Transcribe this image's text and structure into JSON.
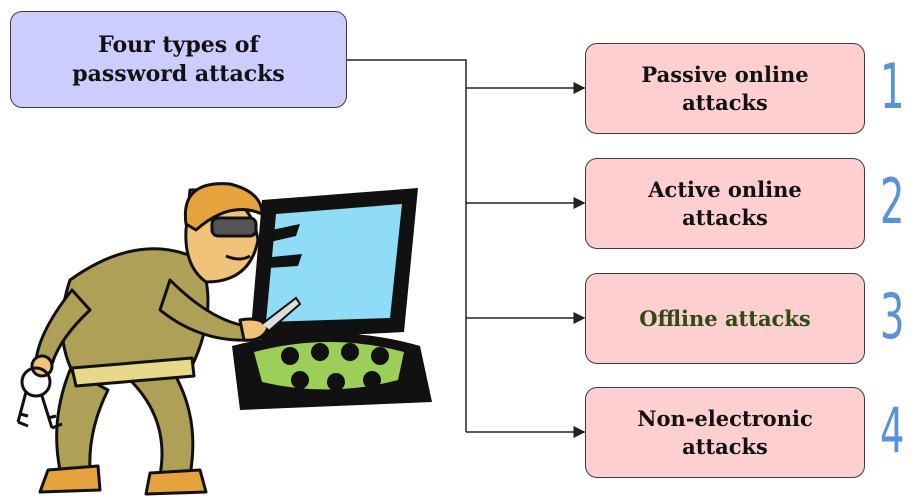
{
  "title": "Four types of\npassword attacks",
  "attacks": [
    {
      "label": "Passive online\nattacks",
      "number": "1"
    },
    {
      "label": "Active online\nattacks",
      "number": "2"
    },
    {
      "label": "Offline attacks",
      "number": "3"
    },
    {
      "label": "Non-electronic\nattacks",
      "number": "4"
    }
  ],
  "colors": {
    "title_box": "#ccccff",
    "attack_box": "#fdcfd0",
    "numbers": "#5a92d8",
    "offline_text": "#2f4a12"
  },
  "illustration": "hacker-at-computer-clipart"
}
